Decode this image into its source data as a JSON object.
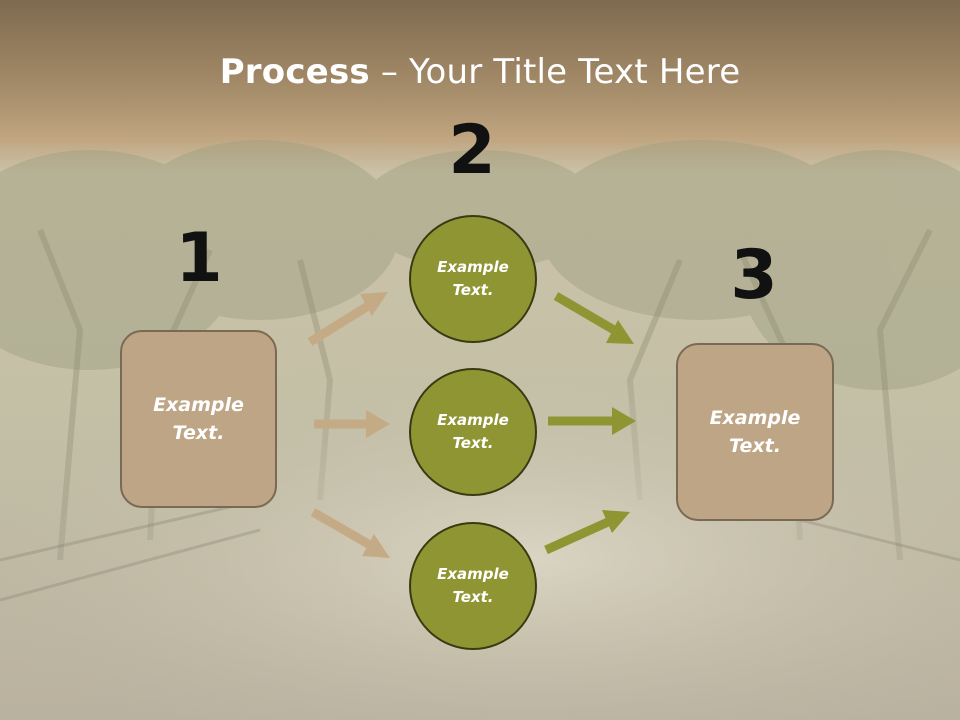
{
  "slide": {
    "title_bold": "Process",
    "title_rest": " – Your Title Text Here"
  },
  "steps": [
    {
      "number": "1",
      "label_line1": "Example",
      "label_line2": "Text."
    },
    {
      "number": "2",
      "circles": [
        {
          "line1": "Example",
          "line2": "Text."
        },
        {
          "line1": "Example",
          "line2": "Text."
        },
        {
          "line1": "Example",
          "line2": "Text."
        }
      ]
    },
    {
      "number": "3",
      "label_line1": "Example",
      "label_line2": "Text."
    }
  ],
  "colors": {
    "header_band": "#8a7355",
    "box_fill": "#bda585",
    "circle_fill": "#8f9533",
    "tan_arrow": "#c4ab86",
    "olive_arrow": "#8f9533"
  }
}
